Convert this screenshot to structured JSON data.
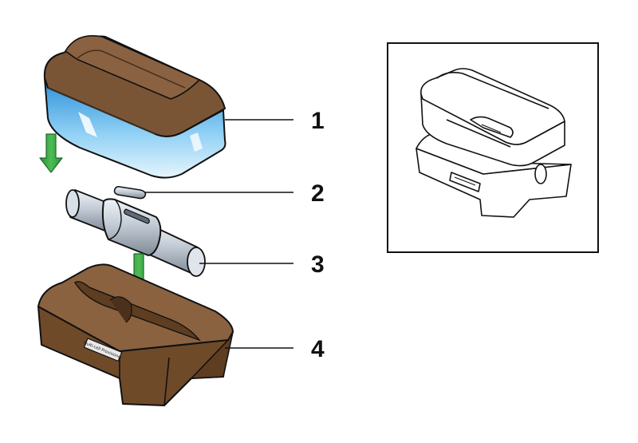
{
  "callouts": [
    {
      "number": "1"
    },
    {
      "number": "2"
    },
    {
      "number": "3"
    },
    {
      "number": "4"
    }
  ],
  "base_label": "Multi-cell Provisioner",
  "colors": {
    "cover_wood": "#7a5535",
    "cover_wood_top": "#8a6242",
    "glass": "#4fb3ec",
    "base_wood": "#7d5431",
    "base_wood_dark": "#5f3d20",
    "arrow": "#3aa645",
    "arrow_dark": "#257a2e",
    "metal": "#c3ccd6",
    "metal_dark": "#8d98a4",
    "outline": "#111111"
  },
  "icons": [
    "down-arrow-icon"
  ]
}
